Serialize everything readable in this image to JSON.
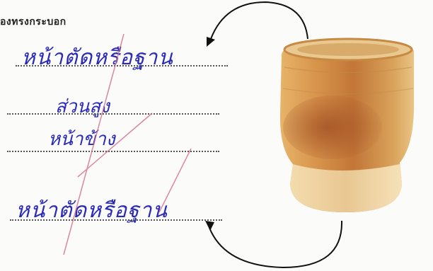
{
  "heading": "องทรงกระบอก",
  "answers": [
    "หน้าตัดหรือฐาน",
    "ส่วนสูง",
    "หน้าข้าง",
    "หน้าตัดหรือฐาน"
  ],
  "colors": {
    "ink": "#2b2bb8",
    "pen_mark": "#d46a8a",
    "arrow": "#111111",
    "pot": "#c9883c"
  },
  "icons": [
    "curved-arrow-icon",
    "clay-pot-image"
  ]
}
